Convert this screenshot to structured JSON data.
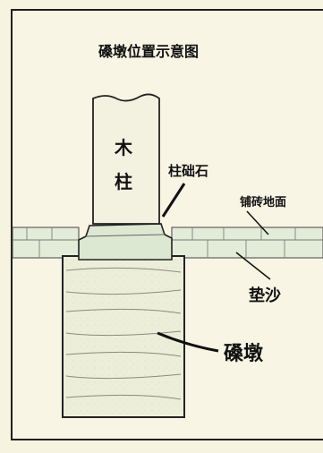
{
  "diagram": {
    "title": "磉墩位置示意图",
    "labels": {
      "wooden_pillar": [
        "木",
        "柱"
      ],
      "plinth_stone": "柱础石",
      "brick_floor": "铺砖地面",
      "sand_bed": "垫沙",
      "foundation_pier": "磉墩"
    },
    "colors": {
      "background": "#f8f5e4",
      "outline": "#222222",
      "pillar_fill": "#f3f1df",
      "plinth_fill": "#dde8d2",
      "floor_fill": "#e3ecd8",
      "pier_fill": "#eceed9"
    }
  }
}
